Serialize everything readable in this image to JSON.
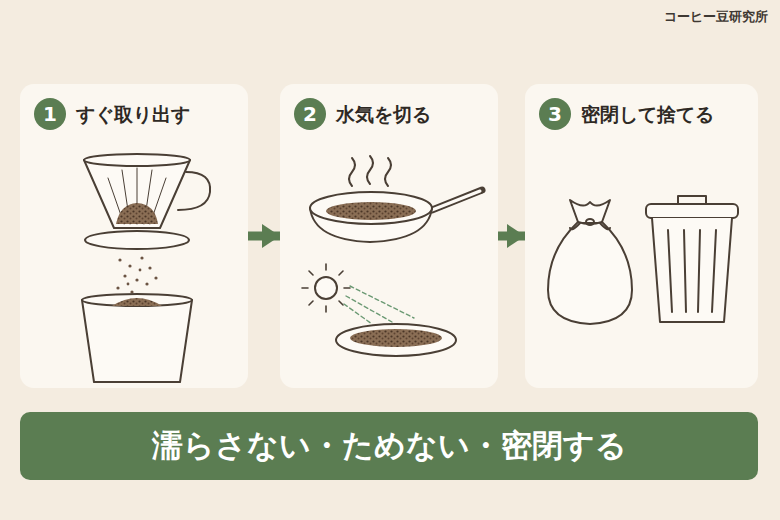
{
  "diagram": {
    "nodes": [
      {
        "text": [
          "すぐ取り出す"
        ]
      },
      {
        "text": [
          "1"
        ],
        "in": 0
      },
      {
        "text": [
          "水気を切る"
        ]
      },
      {
        "text": [
          "2"
        ],
        "in": 2
      },
      {
        "text": [
          "密閉して捨てる"
        ]
      },
      {
        "text": [
          "3"
        ],
        "in": 4
      },
      {
        "text": [
          "濡らさない・ためない・密閉する"
        ]
      }
    ],
    "edges": [
      {
        "from": 0,
        "to": 2,
        "arrow": "to"
      },
      {
        "from": 2,
        "to": 4,
        "arrow": "to"
      }
    ],
    "labels": [
      "コーヒー豆研究所"
    ]
  }
}
